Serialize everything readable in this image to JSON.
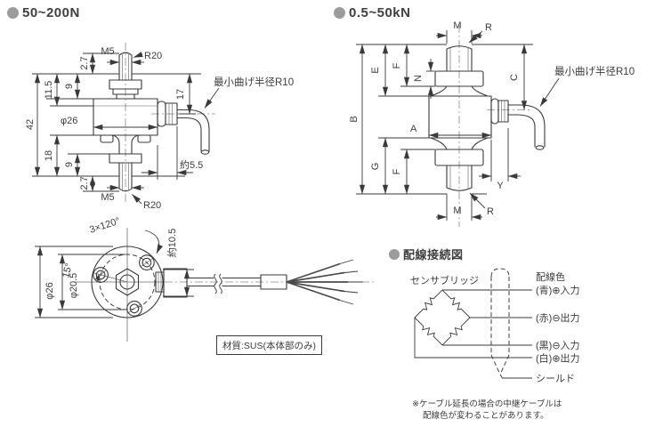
{
  "sections": {
    "low_range": {
      "title": "50~200N"
    },
    "high_range": {
      "title": "0.5~50kN"
    },
    "wiring": {
      "title": "配線接続図"
    }
  },
  "left_drawing": {
    "bend_note": "最小曲げ半径R10",
    "dims": {
      "overall_height": "42",
      "upper_height": "11.5",
      "lower_height": "18",
      "upper_nut": "9",
      "lower_nut": "9",
      "upper_tip": "2.7",
      "lower_tip": "2.7",
      "thread_top": "M5",
      "thread_bottom": "M5",
      "radius_top": "R20",
      "radius_bottom": "R20",
      "body_dia": "φ26",
      "cable_height": "17",
      "cable_offset": "約5.5"
    }
  },
  "right_drawing": {
    "bend_note": "最小曲げ半径R10",
    "dims": {
      "overall": "B",
      "upper_body": "E",
      "upper_stud": "F",
      "nut": "N",
      "cable_height": "C",
      "body_width": "A",
      "lower_body": "G",
      "lower_stud": "F",
      "cable_offset": "Y",
      "thread_top": "M",
      "thread_bottom": "M",
      "radius_top": "R",
      "radius_bottom": "R"
    }
  },
  "top_view": {
    "dims": {
      "screw_pattern": "3×120°",
      "angle": "15°",
      "outer_dia": "φ26",
      "bolt_circle": "φ20.5",
      "connector": "約10.5"
    },
    "material_note": "材質:SUS(本体部のみ)"
  },
  "wiring": {
    "bridge_label": "センサブリッジ",
    "color_header": "配線色",
    "wires": [
      {
        "label": "(青)⊕入力"
      },
      {
        "label": "(赤)⊖出力"
      },
      {
        "label": "(黒)⊖入力"
      },
      {
        "label": "(白)⊕出力"
      }
    ],
    "shield_label": "シールド",
    "note_line1": "※ケーブル延長の場合の中継ケーブルは",
    "note_line2": "配線色が変わることがあります。"
  }
}
